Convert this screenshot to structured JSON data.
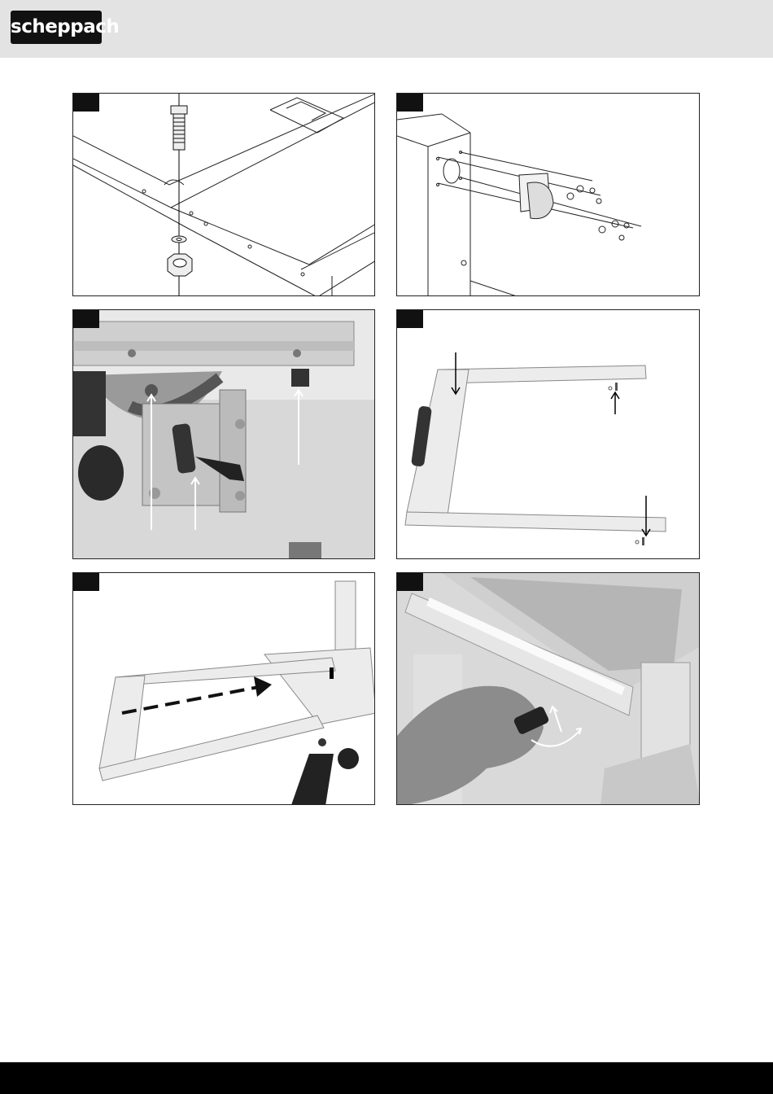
{
  "header": {
    "brand": "scheppach"
  },
  "figures": [
    {
      "id": "fig-1",
      "label": ""
    },
    {
      "id": "fig-2",
      "label": ""
    },
    {
      "id": "fig-3",
      "label": ""
    },
    {
      "id": "fig-4",
      "label": ""
    },
    {
      "id": "fig-5",
      "label": ""
    },
    {
      "id": "fig-6",
      "label": ""
    }
  ],
  "colors": {
    "header_bg": "#e3e3e3",
    "footer_bg": "#000000",
    "badge_bg": "#111111"
  }
}
